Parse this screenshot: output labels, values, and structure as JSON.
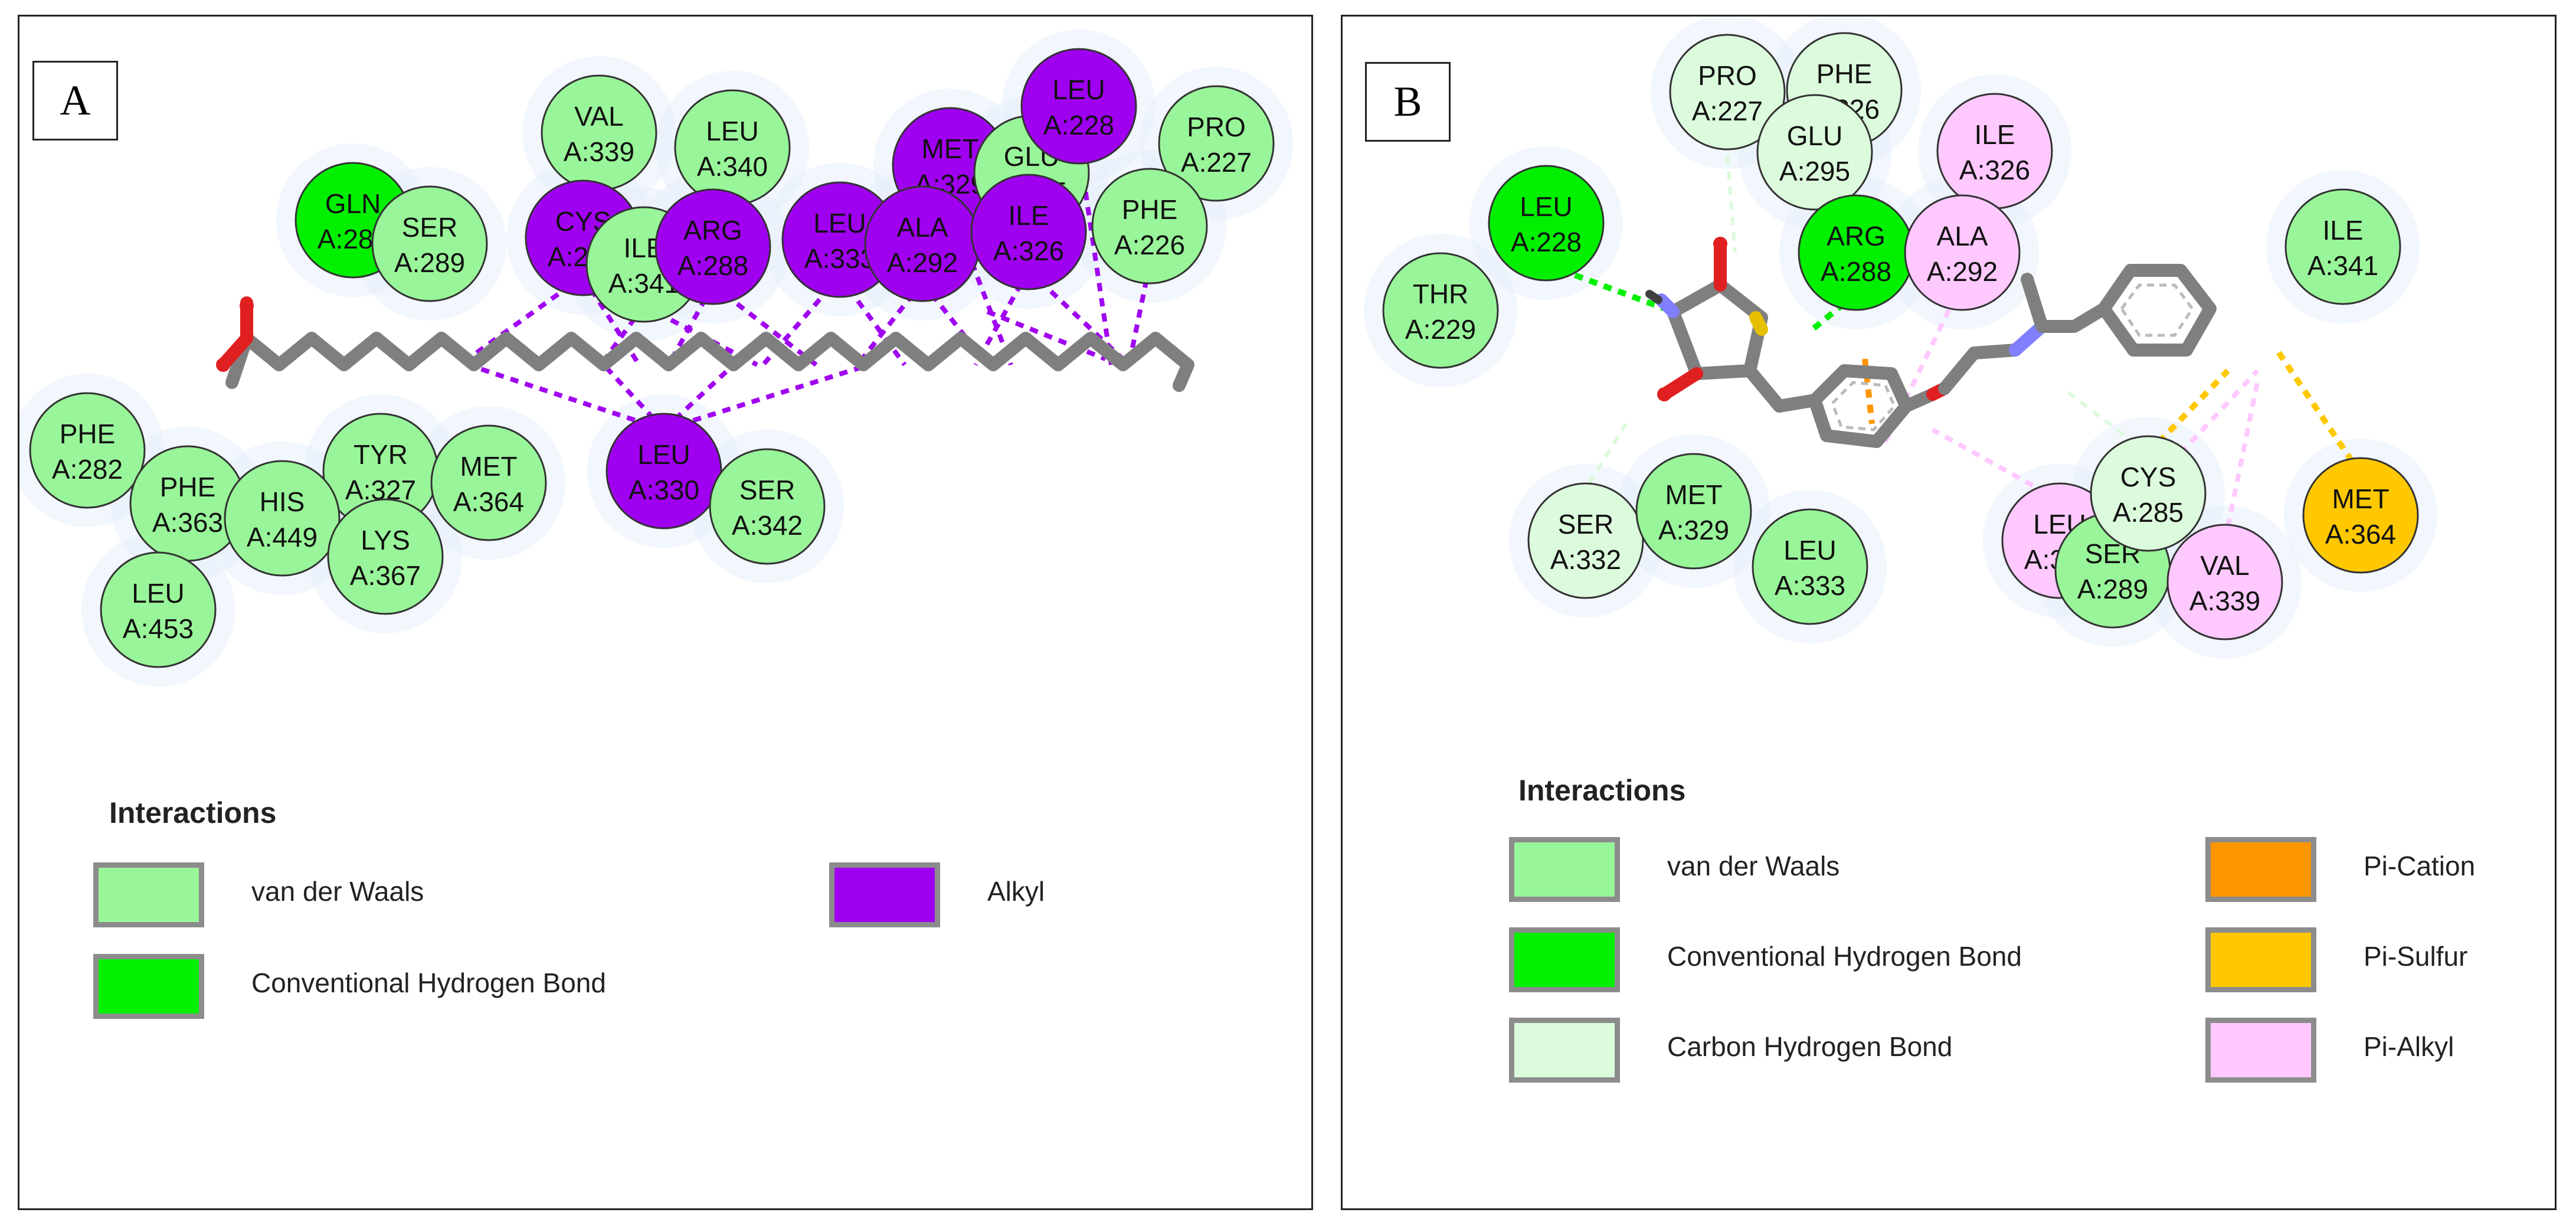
{
  "panels": [
    {
      "label": "A",
      "residues": [
        {
          "name": "VAL",
          "id": "A:339",
          "type": "vdw"
        },
        {
          "name": "LEU",
          "id": "A:340",
          "type": "vdw"
        },
        {
          "name": "MET",
          "id": "A:329",
          "type": "alkyl"
        },
        {
          "name": "GLU",
          "id": "A:295",
          "type": "vdw"
        },
        {
          "name": "LEU",
          "id": "A:228",
          "type": "alkyl"
        },
        {
          "name": "PRO",
          "id": "A:227",
          "type": "vdw"
        },
        {
          "name": "GLN",
          "id": "A:286",
          "type": "hbond"
        },
        {
          "name": "SER",
          "id": "A:289",
          "type": "vdw"
        },
        {
          "name": "CYS",
          "id": "A:285",
          "type": "alkyl"
        },
        {
          "name": "ILE",
          "id": "A:341",
          "type": "vdw"
        },
        {
          "name": "ARG",
          "id": "A:288",
          "type": "alkyl"
        },
        {
          "name": "LEU",
          "id": "A:333",
          "type": "alkyl"
        },
        {
          "name": "ALA",
          "id": "A:292",
          "type": "alkyl"
        },
        {
          "name": "ILE",
          "id": "A:326",
          "type": "alkyl"
        },
        {
          "name": "PHE",
          "id": "A:226",
          "type": "vdw"
        },
        {
          "name": "PHE",
          "id": "A:282",
          "type": "vdw"
        },
        {
          "name": "TYR",
          "id": "A:327",
          "type": "vdw"
        },
        {
          "name": "PHE",
          "id": "A:363",
          "type": "vdw"
        },
        {
          "name": "HIS",
          "id": "A:449",
          "type": "vdw"
        },
        {
          "name": "MET",
          "id": "A:364",
          "type": "vdw"
        },
        {
          "name": "LYS",
          "id": "A:367",
          "type": "vdw"
        },
        {
          "name": "LEU",
          "id": "A:330",
          "type": "alkyl"
        },
        {
          "name": "SER",
          "id": "A:342",
          "type": "vdw"
        },
        {
          "name": "LEU",
          "id": "A:453",
          "type": "vdw"
        }
      ],
      "legend": {
        "title": "Interactions",
        "items": [
          {
            "label": "van der Waals",
            "color": "#99f599"
          },
          {
            "label": "Conventional Hydrogen Bond",
            "color": "#00f000"
          },
          {
            "label": "Alkyl",
            "color": "#a000f0"
          }
        ]
      }
    },
    {
      "label": "B",
      "residues": [
        {
          "name": "PRO",
          "id": "A:227",
          "type": "carbonh"
        },
        {
          "name": "PHE",
          "id": "A:226",
          "type": "carbonh"
        },
        {
          "name": "GLU",
          "id": "A:295",
          "type": "carbonh"
        },
        {
          "name": "ILE",
          "id": "A:326",
          "type": "pialkyl"
        },
        {
          "name": "LEU",
          "id": "A:228",
          "type": "hbond"
        },
        {
          "name": "ARG",
          "id": "A:288",
          "type": "hbond"
        },
        {
          "name": "ALA",
          "id": "A:292",
          "type": "pialkyl"
        },
        {
          "name": "THR",
          "id": "A:229",
          "type": "vdw"
        },
        {
          "name": "ILE",
          "id": "A:341",
          "type": "vdw"
        },
        {
          "name": "SER",
          "id": "A:332",
          "type": "carbonh"
        },
        {
          "name": "MET",
          "id": "A:329",
          "type": "vdw"
        },
        {
          "name": "LEU",
          "id": "A:333",
          "type": "vdw"
        },
        {
          "name": "LEU",
          "id": "A:330",
          "type": "pialkyl"
        },
        {
          "name": "SER",
          "id": "A:289",
          "type": "vdw"
        },
        {
          "name": "CYS",
          "id": "A:285",
          "type": "carbonh"
        },
        {
          "name": "VAL",
          "id": "A:339",
          "type": "pialkyl"
        },
        {
          "name": "MET",
          "id": "A:364",
          "type": "pisulfur"
        }
      ],
      "legend": {
        "title": "Interactions",
        "items": [
          {
            "label": "van der Waals",
            "color": "#99f599"
          },
          {
            "label": "Conventional Hydrogen Bond",
            "color": "#00f000"
          },
          {
            "label": "Carbon Hydrogen Bond",
            "color": "#dcfadc"
          },
          {
            "label": "Pi-Cation",
            "color": "#ff9600"
          },
          {
            "label": "Pi-Sulfur",
            "color": "#ffc800"
          },
          {
            "label": "Pi-Alkyl",
            "color": "#ffc8ff"
          }
        ]
      }
    }
  ],
  "colors": {
    "vdw": "#99f599",
    "hbond": "#00f000",
    "alkyl": "#a000f0",
    "carbonh": "#dcfadc",
    "pication": "#ff9600",
    "pisulfur": "#ffc800",
    "pialkyl": "#ffc8ff",
    "bond": "#7f7f7f",
    "oxygen": "#e02020",
    "nitrogen": "#8080ff",
    "sulfur": "#e6c000"
  }
}
